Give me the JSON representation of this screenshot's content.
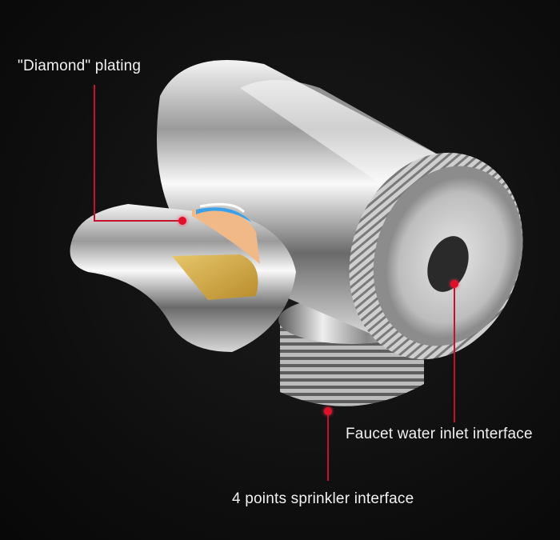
{
  "annotations": {
    "plating": "\"Diamond\" plating",
    "faucet_inlet": "Faucet water inlet interface",
    "sprinkler": "4 points sprinkler interface"
  },
  "colors": {
    "background": "#0e0e0e",
    "leader": "#c8102e",
    "text": "#f2f2f2"
  }
}
